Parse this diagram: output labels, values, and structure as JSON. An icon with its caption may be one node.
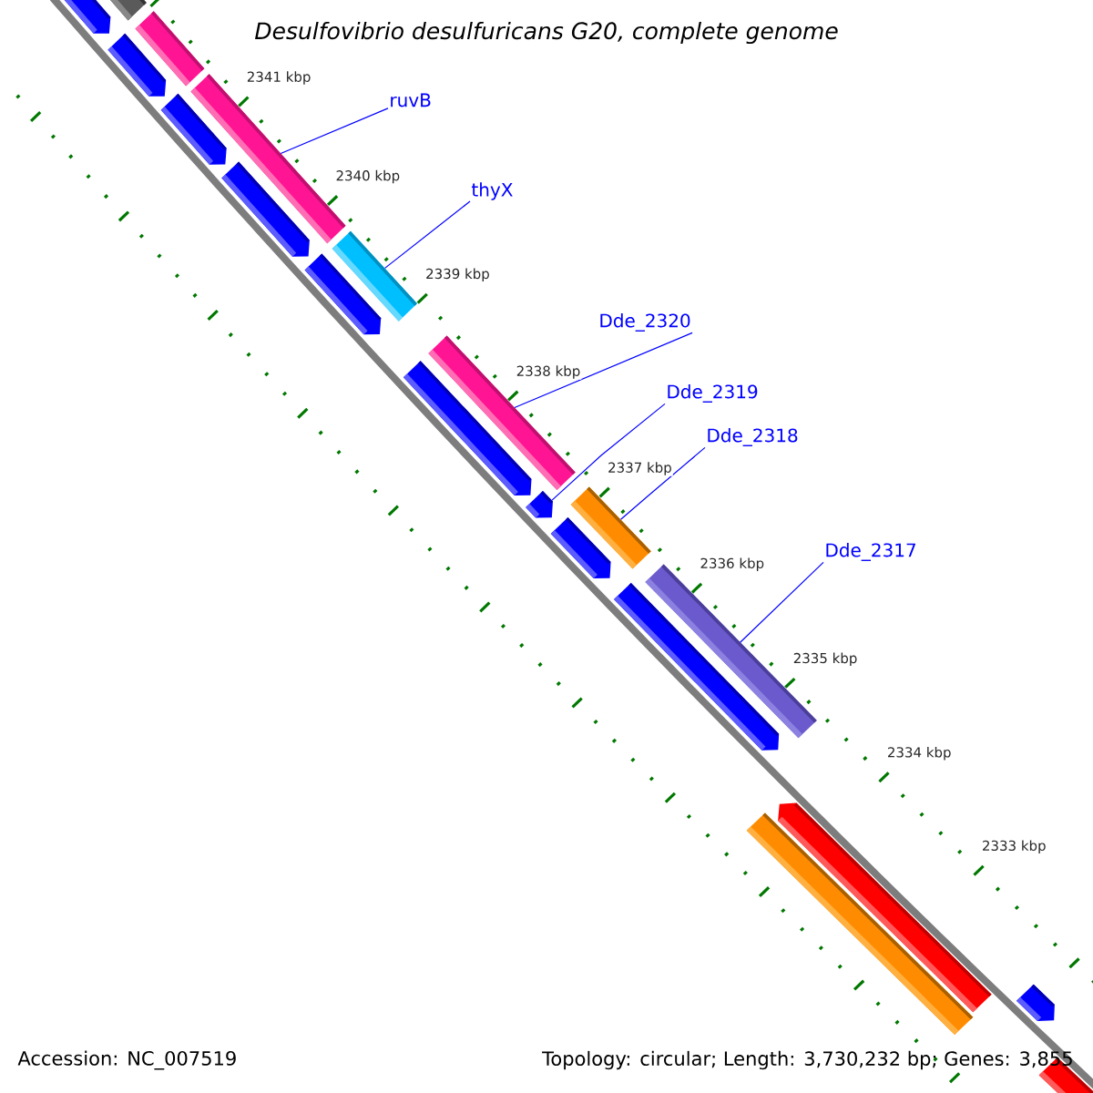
{
  "diagram": {
    "title": "Desulfovibrio desulfuricans G20, complete genome",
    "nodes": [
      {
        "text": [
          "ruvB"
        ]
      },
      {
        "text": [],
        "shape": "bar"
      },
      {
        "text": [
          "thyX"
        ]
      },
      {
        "text": [],
        "shape": "bar"
      },
      {
        "text": [
          "Dde_2320"
        ]
      },
      {
        "text": [],
        "shape": "bar"
      },
      {
        "text": [
          "Dde_2319"
        ]
      },
      {
        "text": [],
        "shape": "bar"
      },
      {
        "text": [
          "Dde_2318"
        ]
      },
      {
        "text": [],
        "shape": "bar"
      },
      {
        "text": [
          "Dde_2317"
        ]
      },
      {
        "text": [],
        "shape": "bar"
      }
    ],
    "edges": [
      {
        "from": 0,
        "to": 1,
        "arrow": "none"
      },
      {
        "from": 2,
        "to": 3,
        "arrow": "none"
      },
      {
        "from": 4,
        "to": 5,
        "arrow": "none"
      },
      {
        "from": 6,
        "to": 7,
        "arrow": "none"
      },
      {
        "from": 8,
        "to": 9,
        "arrow": "none"
      },
      {
        "from": 10,
        "to": 11,
        "arrow": "none"
      }
    ],
    "labels": [
      "2341 kbp",
      "2340 kbp",
      "2339 kbp",
      "2338 kbp",
      "2337 kbp",
      "2336 kbp",
      "2335 kbp",
      "2334 kbp",
      "2333 kbp",
      "Accession: NC_007519",
      "Topology: circular; Length: 3,730,232 bp; Genes: 3,855"
    ]
  }
}
